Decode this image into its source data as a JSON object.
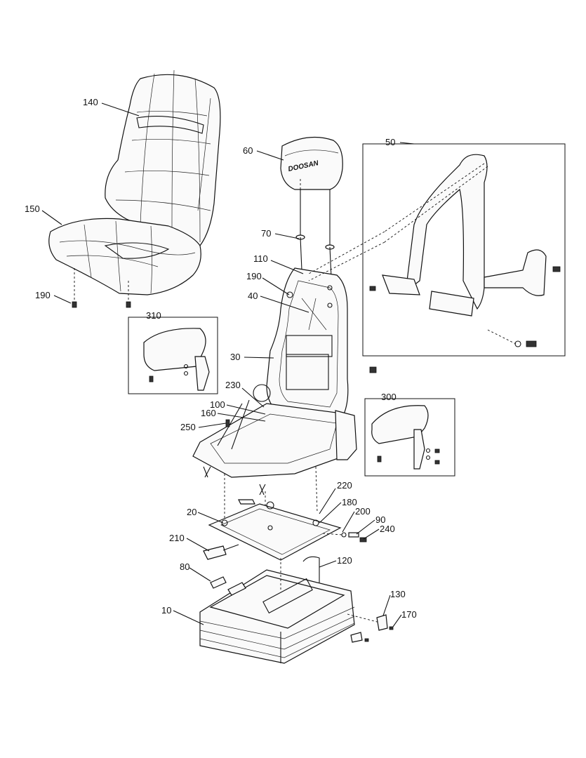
{
  "brand_text": "DOOSAN",
  "callouts": [
    {
      "id": "c140",
      "label": "140"
    },
    {
      "id": "c150",
      "label": "150"
    },
    {
      "id": "c190a",
      "label": "190"
    },
    {
      "id": "c60",
      "label": "60"
    },
    {
      "id": "c50",
      "label": "50"
    },
    {
      "id": "c70",
      "label": "70"
    },
    {
      "id": "c110",
      "label": "110"
    },
    {
      "id": "c190b",
      "label": "190"
    },
    {
      "id": "c40",
      "label": "40"
    },
    {
      "id": "c310",
      "label": "310"
    },
    {
      "id": "c30",
      "label": "30"
    },
    {
      "id": "c230",
      "label": "230"
    },
    {
      "id": "c100",
      "label": "100"
    },
    {
      "id": "c160",
      "label": "160"
    },
    {
      "id": "c250",
      "label": "250"
    },
    {
      "id": "c300",
      "label": "300"
    },
    {
      "id": "c220",
      "label": "220"
    },
    {
      "id": "c20",
      "label": "20"
    },
    {
      "id": "c180",
      "label": "180"
    },
    {
      "id": "c200",
      "label": "200"
    },
    {
      "id": "c90",
      "label": "90"
    },
    {
      "id": "c240",
      "label": "240"
    },
    {
      "id": "c210",
      "label": "210"
    },
    {
      "id": "c120",
      "label": "120"
    },
    {
      "id": "c80",
      "label": "80"
    },
    {
      "id": "c130",
      "label": "130"
    },
    {
      "id": "c10",
      "label": "10"
    },
    {
      "id": "c170",
      "label": "170"
    }
  ]
}
